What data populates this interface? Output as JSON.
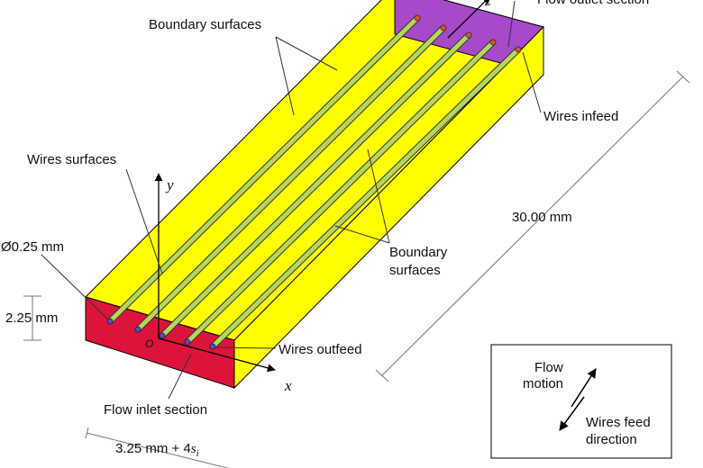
{
  "labels": {
    "boundary_top": "Boundary surfaces",
    "flow_outlet": "Flow outlet section",
    "wires_infeed": "Wires infeed",
    "wires_surfaces": "Wires surfaces",
    "diameter": "Ø0.25 mm",
    "height": "2.25 mm",
    "origin": "O",
    "boundary_right_1": "Boundary",
    "boundary_right_2": "surfaces",
    "wires_outfeed": "Wires outfeed",
    "flow_inlet": "Flow inlet section",
    "length": "30.00 mm",
    "width_prefix": "3.25 mm + 4",
    "width_var": "s",
    "width_sub": "i"
  },
  "axes": {
    "x": "x",
    "y": "y",
    "z": "z"
  },
  "legend": {
    "flow_line1": "Flow",
    "flow_line2": "motion",
    "feed_line1": "Wires feed",
    "feed_line2": "direction"
  },
  "colors": {
    "boundary": "#ffff00",
    "inlet": "#dc143c",
    "outlet": "#a64ac9",
    "wire": "#b7d55a"
  }
}
